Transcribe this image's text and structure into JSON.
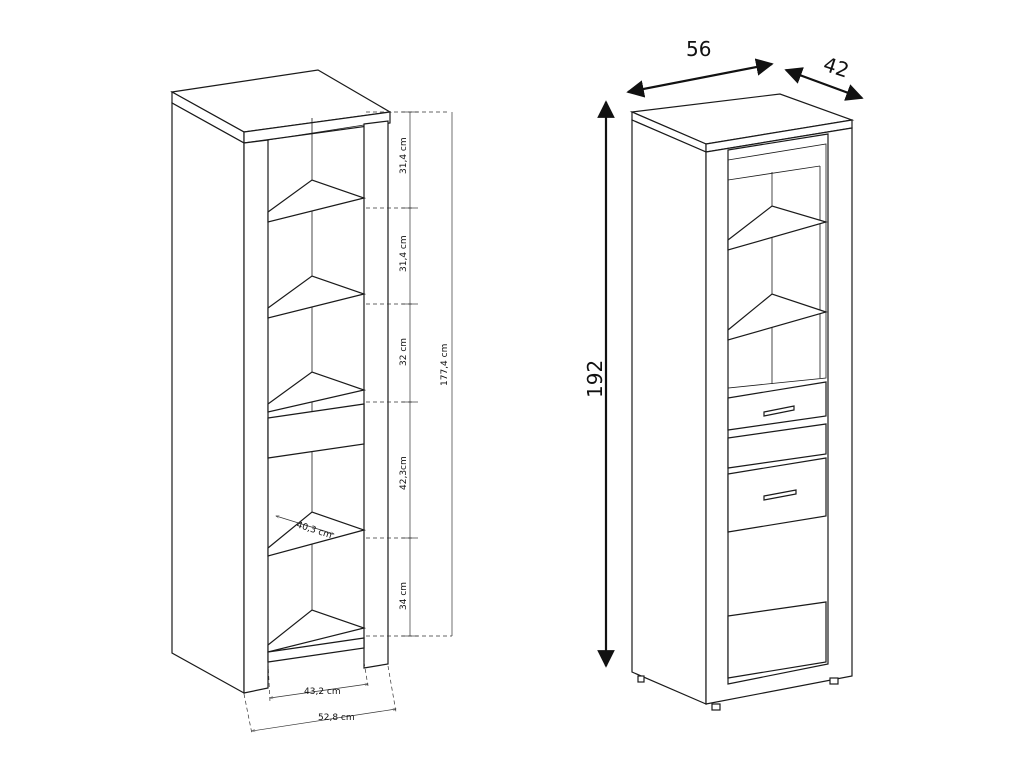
{
  "left_view": {
    "shelf_heights": [
      "31,4 cm",
      "31,4 cm",
      "32 cm",
      "42,3cm",
      "34 cm"
    ],
    "inner_total_height": "177,4 cm",
    "shelf_depth": "40,3 cm",
    "inner_width": "43,2 cm",
    "outer_width": "52,8 cm"
  },
  "right_view": {
    "height": "192",
    "width": "56",
    "depth": "42"
  }
}
